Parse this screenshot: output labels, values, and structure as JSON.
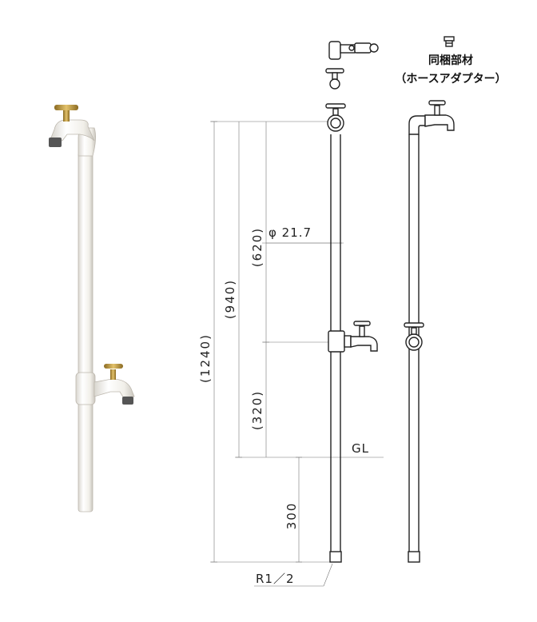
{
  "dimensions": {
    "total_height": "(1240)",
    "upper_height": "(940)",
    "upper_segment": "(620)",
    "lower_segment": "(320)",
    "below_ground": "300",
    "pipe_diameter": "φ 21.7",
    "ground_level": "GL",
    "thread": "R1／2"
  },
  "accessory": {
    "title": "同梱部材",
    "subtitle": "（ホースアダプター）"
  },
  "colors": {
    "pipe_white": "#f3f1ec",
    "brass": "#c9a34a",
    "line": "#222222"
  }
}
